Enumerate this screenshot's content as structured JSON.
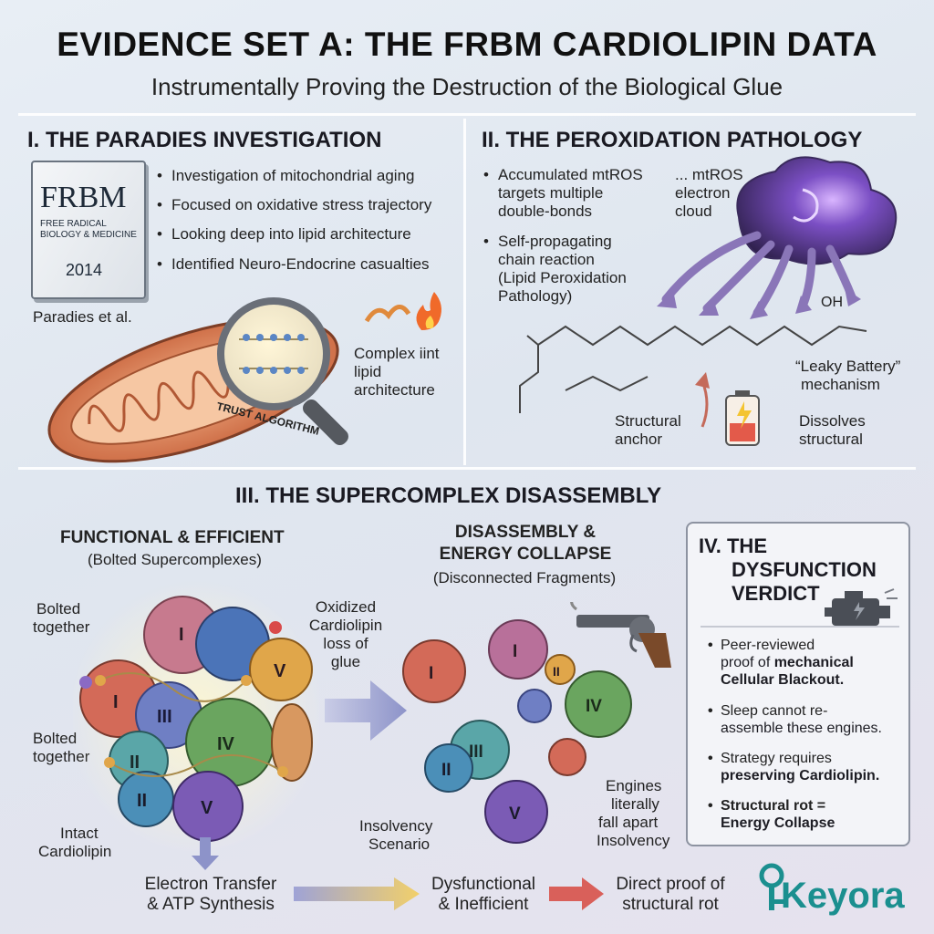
{
  "header": {
    "title": "EVIDENCE SET A: THE FRBM CARDIOLIPIN DATA",
    "subtitle": "Instrumentally Proving the Destruction of the Biological Glue"
  },
  "section1": {
    "heading": "I. THE PARADIES INVESTIGATION",
    "bullets": [
      "Investigation of mitochondrial aging",
      "Focused on oxidative stress trajectory",
      "Looking deep into lipid architecture",
      "Identified Neuro-Endocrine casualties"
    ],
    "journal": {
      "abbrev": "FRBM",
      "name_line1": "FREE RADICAL",
      "name_line2": "BIOLOGY & MEDICINE",
      "year": "2014"
    },
    "author": "Paradies et al.",
    "magnifier_caption": "TRUST ALGORITHM",
    "lipid_label": [
      "Complex iint",
      "lipid",
      "architecture"
    ]
  },
  "section2": {
    "heading": "II. THE PEROXIDATION PATHOLOGY",
    "bullet1": [
      "Accumulated mtROS",
      "targets multiple",
      "double-bonds"
    ],
    "bullet2": [
      "Self-propagating",
      "chain reaction",
      "(Lipid Peroxidation",
      "Pathology)"
    ],
    "cloud_label": [
      "... mtROS",
      "electron",
      "cloud"
    ],
    "oh_label": "OH",
    "leaky_label": [
      "“Leaky Battery”",
      "mechanism"
    ],
    "anchor_label": [
      "Structural",
      "anchor"
    ],
    "dissolves_label": [
      "Dissolves",
      "structural"
    ]
  },
  "section3": {
    "heading": "III. THE SUPERCOMPLEX DISASSEMBLY",
    "left_title": "FUNCTIONAL & EFFICIENT",
    "left_sub": "(Bolted Supercomplexes)",
    "mid_title_1": "DISASSEMBLY &",
    "mid_title_2": "ENERGY COLLAPSE",
    "mid_sub": "(Disconnected Fragments)",
    "bolted_1": [
      "Bolted",
      "together"
    ],
    "bolted_2": [
      "Bolted",
      "together"
    ],
    "oxidized": [
      "Oxidized",
      "Cardiolipin",
      "loss of",
      "glue"
    ],
    "intact": [
      "Intact",
      "Cardiolipin"
    ],
    "insolvency": [
      "Insolvency",
      "Scenario"
    ],
    "engines": [
      "Engines",
      "literally",
      "fall apart",
      "Insolvency"
    ],
    "complexes_left": [
      "I",
      "I",
      "V",
      "III",
      "IV",
      "II",
      "II",
      "V"
    ],
    "complexes_right": [
      "I",
      "II",
      "I",
      "IV",
      "III",
      "II",
      "V"
    ],
    "flow_1": [
      "Electron Transfer",
      "& ATP Synthesis"
    ],
    "flow_2": [
      "Dysfunctional",
      "& Inefficient"
    ],
    "flow_3": [
      "Direct proof of",
      "structural rot"
    ]
  },
  "section4": {
    "heading_1": "IV. THE",
    "heading_2": "DYSFUNCTION",
    "heading_3": "VERDICT",
    "b1_pre": [
      "Peer-reviewed",
      "proof of "
    ],
    "b1_bold": [
      "mechanical",
      "Cellular Blackout."
    ],
    "b2": [
      "Sleep cannot re-",
      "assemble these engines."
    ],
    "b3_pre": "Strategy requires",
    "b3_bold": "preserving Cardiolipin.",
    "b4_bold": [
      "Structural rot =",
      "Energy Collapse"
    ]
  },
  "brand": {
    "name": "Keyora"
  },
  "colors": {
    "complex_I": "#c77a8e",
    "complex_II": "#4b8fb8",
    "complex_III": "#6f7fc4",
    "complex_IV": "#6aa55f",
    "complex_V": "#7b5bb5",
    "orange": "#e08a3c",
    "brand": "#1b8f8f"
  }
}
